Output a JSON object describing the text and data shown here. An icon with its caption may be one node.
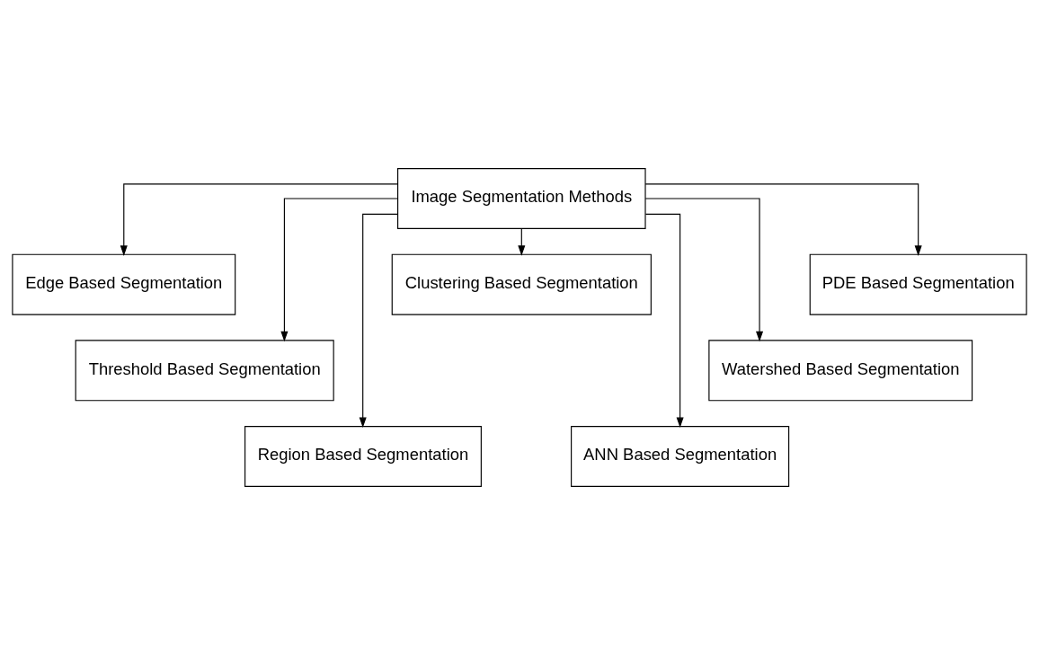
{
  "diagram": {
    "nodes": [
      {
        "text": [
          "Image Segmentation Methods"
        ]
      },
      {
        "text": [
          "Edge Based Segmentation"
        ]
      },
      {
        "text": [
          "Threshold Based Segmentation"
        ]
      },
      {
        "text": [
          "Region Based Segmentation"
        ]
      },
      {
        "text": [
          "Clustering Based Segmentation"
        ]
      },
      {
        "text": [
          "ANN Based Segmentation"
        ]
      },
      {
        "text": [
          "Watershed Based Segmentation"
        ]
      },
      {
        "text": [
          "PDE Based Segmentation"
        ]
      }
    ],
    "edges": [
      {
        "from": 0,
        "to": 1,
        "arrow": "to"
      },
      {
        "from": 0,
        "to": 2,
        "arrow": "to"
      },
      {
        "from": 0,
        "to": 3,
        "arrow": "to"
      },
      {
        "from": 0,
        "to": 4,
        "arrow": "to"
      },
      {
        "from": 0,
        "to": 5,
        "arrow": "to"
      },
      {
        "from": 0,
        "to": 6,
        "arrow": "to"
      },
      {
        "from": 0,
        "to": 7,
        "arrow": "to"
      }
    ]
  }
}
